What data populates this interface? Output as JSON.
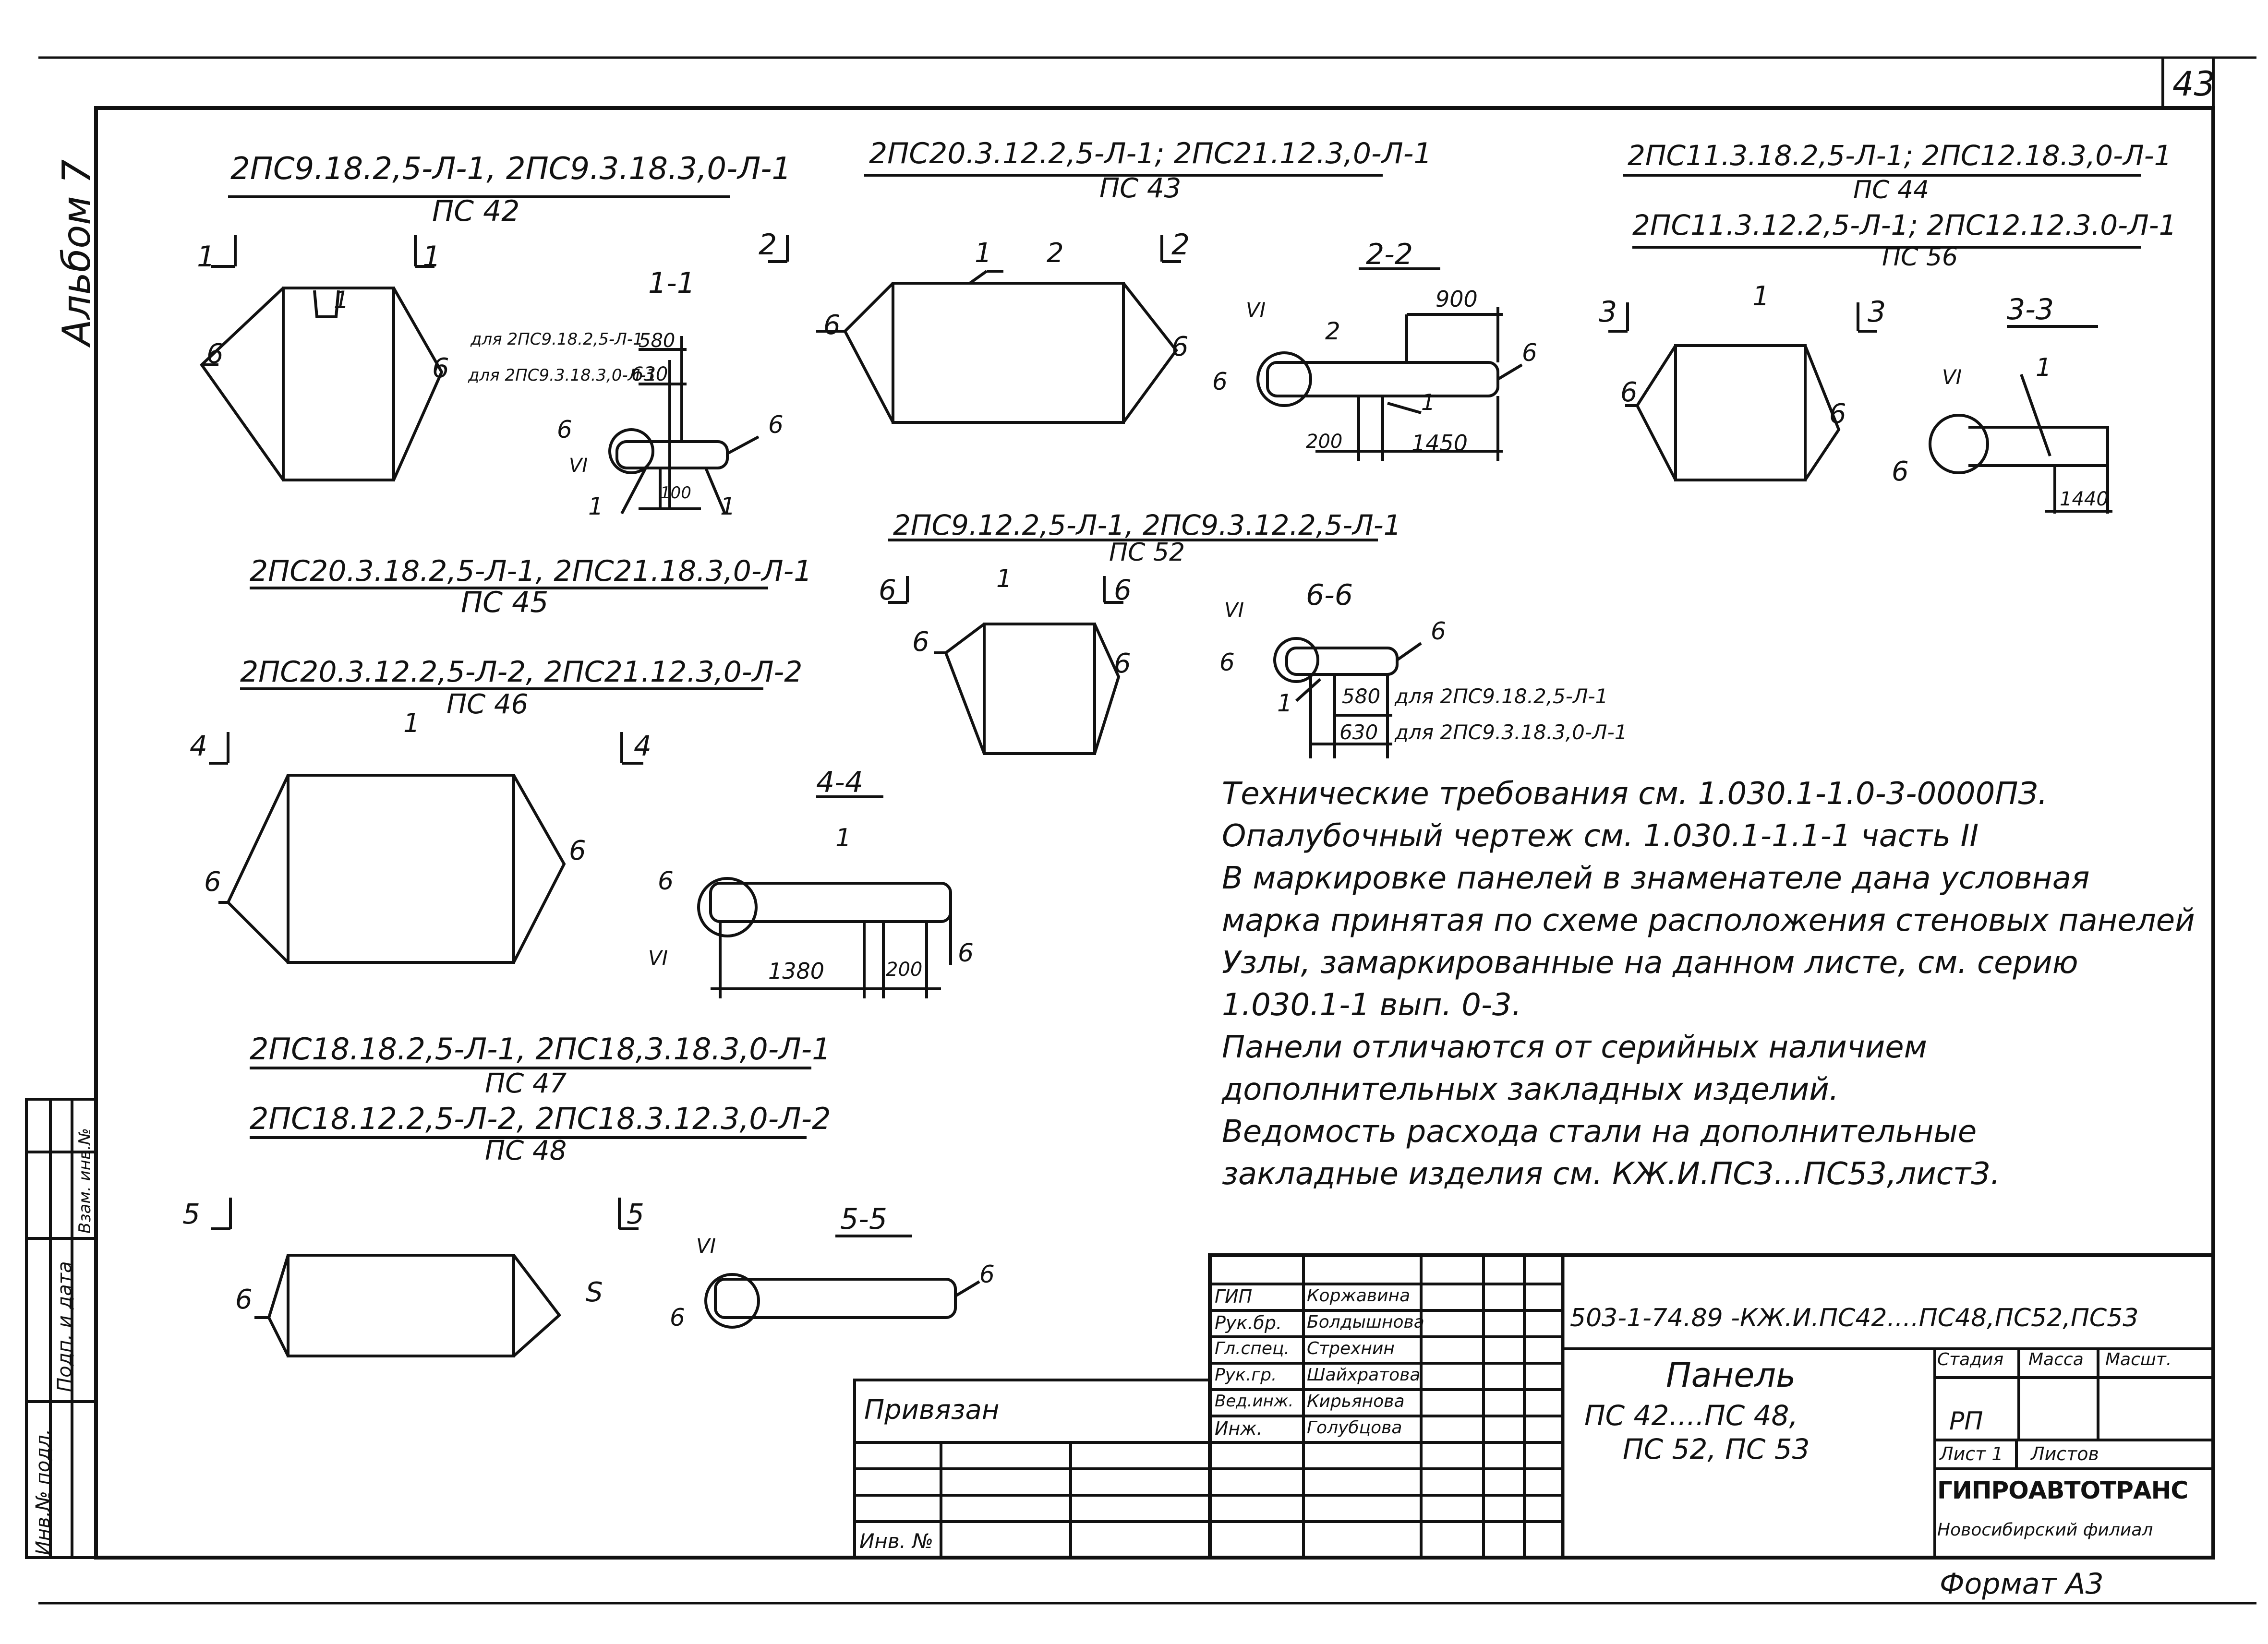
{
  "sheet": {
    "sheet_number": "43",
    "album": "Альбом 7",
    "format": "Формат А3"
  },
  "side_stamp": {
    "col1": "Инв.№ подл.",
    "col2": "Подп. и дата",
    "col3": "Взам. инв.№"
  },
  "groups": {
    "g1": {
      "title": "2ПС9.18.2,5-Л-1, 2ПС9.3.18.3,0-Л-1",
      "sub": "ПС 42"
    },
    "g2": {
      "title": "2ПС20.3.12.2,5-Л-1; 2ПС21.12.3,0-Л-1",
      "sub": "ПС 43"
    },
    "g3": {
      "title": "2ПС11.3.18.2,5-Л-1; 2ПС12.18.3,0-Л-1",
      "sub": "ПС 44",
      "title2": "2ПС11.3.12.2,5-Л-1; 2ПС12.12.3.0-Л-1",
      "sub2": "ПС 56"
    },
    "g4": {
      "title": "2ПС20.3.18.2,5-Л-1, 2ПС21.18.3,0-Л-1",
      "sub": "ПС 45",
      "title2": "2ПС20.3.12.2,5-Л-2, 2ПС21.12.3,0-Л-2",
      "sub2": "ПС 46"
    },
    "g5": {
      "title": "2ПС9.12.2,5-Л-1, 2ПС9.3.12.2,5-Л-1",
      "sub": "ПС 52"
    },
    "g6": {
      "title": "2ПС18.18.2,5-Л-1, 2ПС18,3.18.3,0-Л-1",
      "sub": "ПС 47",
      "title2": "2ПС18.12.2,5-Л-2, 2ПС18.3.12.3,0-Л-2",
      "sub2": "ПС 48"
    }
  },
  "sections": {
    "s11": "1-1",
    "s22": "2-2",
    "s33": "3-3",
    "s44": "4-4",
    "s55": "5-5",
    "s66": "6-6"
  },
  "labels": {
    "one": "1",
    "two": "2",
    "three": "3",
    "four": "4",
    "five": "5",
    "six": "6",
    "s": "S",
    "node6": "VI",
    "for_a": "для 2ПС9.18.2,5-Л-1",
    "for_b": "для 2ПС9.3.18.3,0-Л-1",
    "d580": "580",
    "d630": "630",
    "d100": "100",
    "d900": "900",
    "d200": "200",
    "d1450": "1450",
    "d1440": "1440",
    "d1380": "1380"
  },
  "notes": [
    "Технические требования см. 1.030.1-1.0-3-0000ПЗ.",
    "Опалубочный чертеж см. 1.030.1-1.1-1 часть II",
    "В маркировке панелей в знаменателе дана условная",
    "марка принятая по схеме расположения стеновых панелей",
    "Узлы, замаркированные на данном листе, см. серию",
    "1.030.1-1 вып. 0-3.",
    "Панели отличаются от серийных наличием",
    "дополнительных закладных изделий.",
    "Ведомость расхода стали на дополнительные",
    "закладные изделия см.       КЖ.И.ПС3...ПС53,лист3."
  ],
  "title_block": {
    "doc_code": "503-1-74.89   -КЖ.И.ПС42....ПС48,ПС52,ПС53",
    "name_line1": "Панель",
    "name_line2": "ПС 42....ПС 48,",
    "name_line3": "ПС 52, ПС 53",
    "stage_h": "Стадия",
    "mass_h": "Масса",
    "scale_h": "Масшт.",
    "stage": "РП",
    "sheet": "Лист 1",
    "sheets": "Листов",
    "org": "ГИПРОАВТОТРАНС",
    "branch": "Новосибирский филиал",
    "bound": "Привязан",
    "inv": "Инв. №",
    "roles": [
      "ГИП",
      "Рук.бр.",
      "Гл.спец.",
      "Рук.гр.",
      "Вед.инж.",
      "Инж."
    ],
    "people": [
      "Коржавина",
      "Болдышнова",
      "Стрехнин",
      "Шайхратова",
      "Кирьянова",
      "Голубцова"
    ]
  }
}
